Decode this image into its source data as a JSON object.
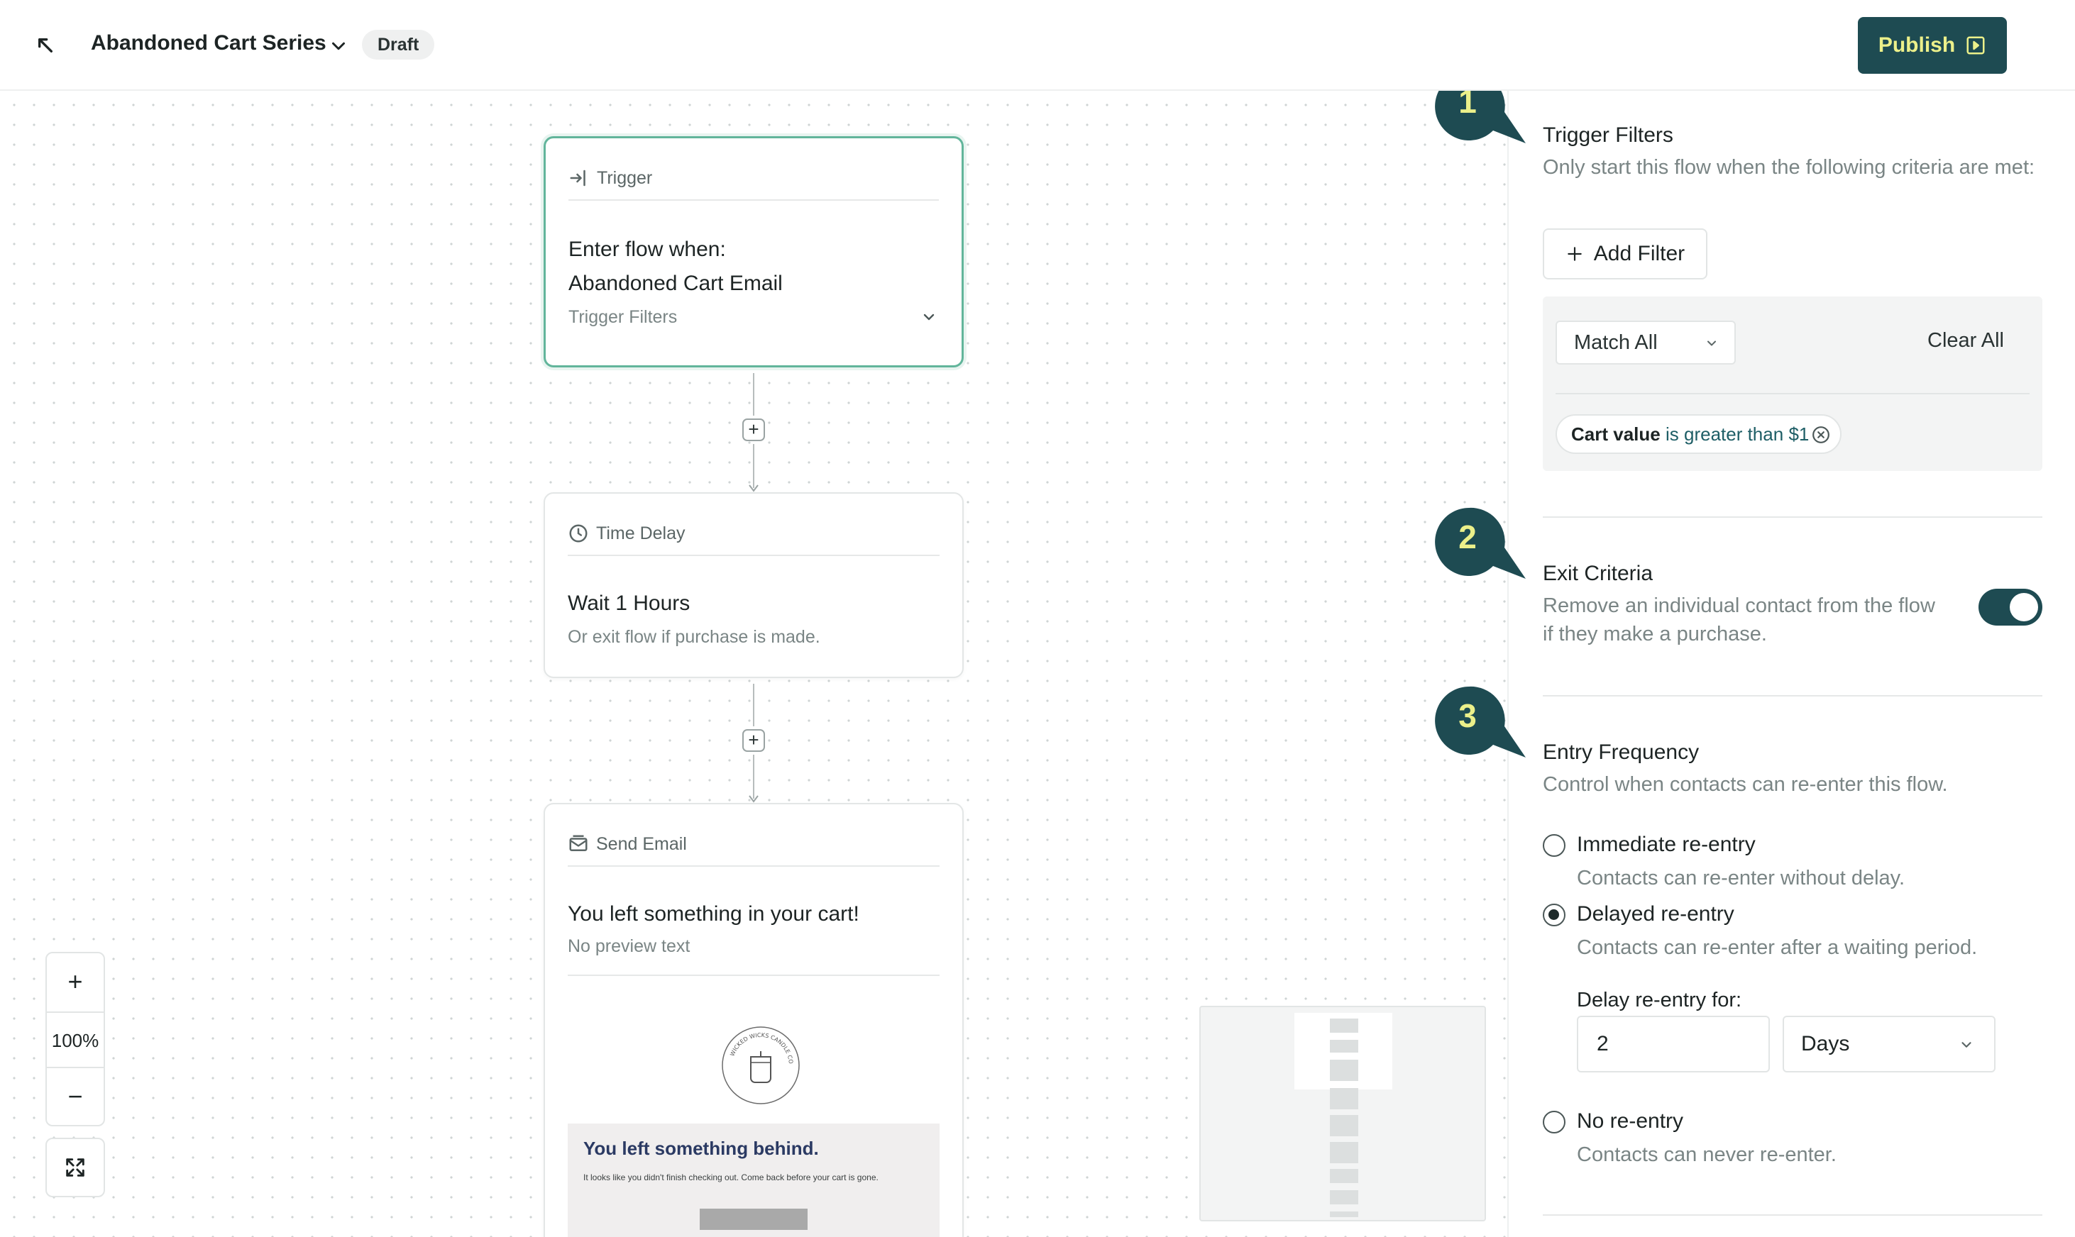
{
  "header": {
    "flow_title": "Abandoned Cart Series",
    "status_badge": "Draft",
    "publish_label": "Publish"
  },
  "canvas": {
    "trigger_card": {
      "type_label": "Trigger",
      "line1": "Enter flow when:",
      "line2": "Abandoned Cart Email",
      "filters_label": "Trigger Filters"
    },
    "delay_card": {
      "type_label": "Time Delay",
      "title": "Wait 1 Hours",
      "subtitle": "Or exit flow if purchase is made."
    },
    "email_card": {
      "type_label": "Send Email",
      "subject": "You left something in your cart!",
      "preview_text": "No preview text",
      "logo_text": "WICKED WICKS CANDLE CO",
      "banner_title": "You left something behind.",
      "banner_text": "It looks like you didn't finish checking out. Come back before your cart is gone."
    },
    "zoom": {
      "in_label": "+",
      "level": "100%",
      "out_label": "−"
    }
  },
  "panel": {
    "callouts": [
      "1",
      "2",
      "3"
    ],
    "trigger_filters": {
      "title": "Trigger Filters",
      "description": "Only start this flow when the following criteria are met:",
      "add_filter_label": "Add Filter",
      "match_select": "Match All",
      "clear_all_label": "Clear All",
      "chip": {
        "field": "Cart value",
        "connector": "is",
        "operator": "greater than",
        "value": "$1"
      }
    },
    "exit_criteria": {
      "title": "Exit Criteria",
      "description": "Remove an individual contact from the flow if they make a purchase.",
      "enabled": true
    },
    "entry_frequency": {
      "title": "Entry Frequency",
      "description": "Control when contacts can re-enter this flow.",
      "options": [
        {
          "label": "Immediate re-entry",
          "description": "Contacts can re-enter without delay.",
          "selected": false
        },
        {
          "label": "Delayed re-entry",
          "description": "Contacts can re-enter after a waiting period.",
          "selected": true
        },
        {
          "label": "No re-entry",
          "description": "Contacts can never re-enter.",
          "selected": false
        }
      ],
      "delay_label": "Delay re-entry for:",
      "delay_value": "2",
      "delay_unit": "Days"
    }
  },
  "colors": {
    "accent": "#1e4b52",
    "accent_text": "#ecf08a",
    "selected_border": "#62b59b"
  }
}
